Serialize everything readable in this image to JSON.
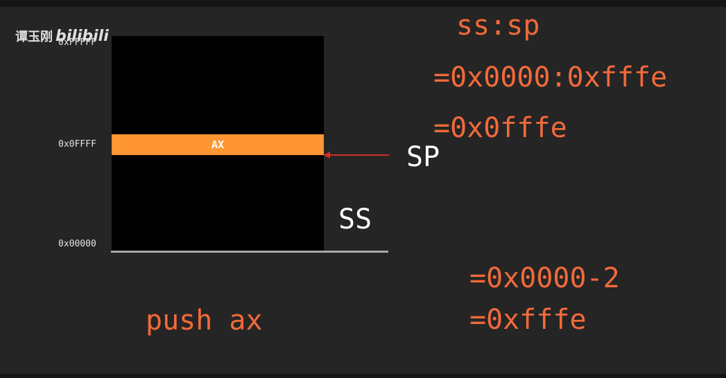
{
  "watermark": {
    "author": "谭玉刚",
    "brand": "bilibili"
  },
  "stack": {
    "slot_label": "AX",
    "addr_top": "0xFFFFF",
    "addr_mid": "0x0FFFF",
    "addr_bottom": "0x00000",
    "sp_label": "SP",
    "ss_label": "SS"
  },
  "calc": {
    "line1": "ss:sp",
    "line2": "=0x0000:0xfffe",
    "line3": "=0x0fffe",
    "line4": "=0x0000-2",
    "line5": "=0xfffe"
  },
  "instruction": "push ax",
  "colors": {
    "background": "#252525",
    "stack": "#000000",
    "slot": "#ff9633",
    "text_orange": "#f26a3a",
    "arrow": "#d62b2b",
    "baseline": "#a9a9a9"
  }
}
